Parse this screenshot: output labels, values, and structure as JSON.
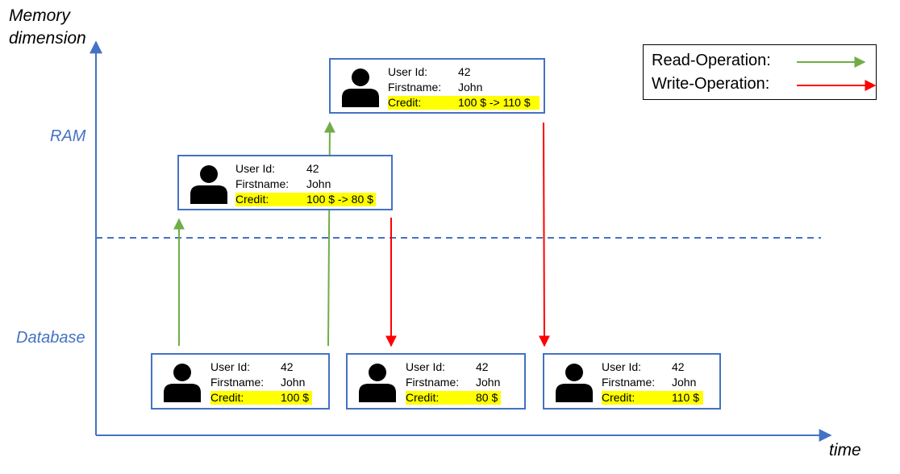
{
  "axes": {
    "y_label_line1": "Memory",
    "y_label_line2": "dimension",
    "x_label": "time"
  },
  "tiers": {
    "ram": "RAM",
    "database": "Database"
  },
  "legend": {
    "read_label": "Read-Operation:",
    "write_label": "Write-Operation:",
    "read_color": "#70ad47",
    "write_color": "#ff0000"
  },
  "colors": {
    "axis": "#4472c4",
    "card_border": "#4472c4",
    "credit_highlight": "#ffff00"
  },
  "icons": {
    "user": "person-icon"
  },
  "field_labels": {
    "user_id": "User Id:",
    "firstname": "Firstname:",
    "credit": "Credit:"
  },
  "cards": {
    "ram_1": {
      "user_id": "42",
      "firstname": "John",
      "credit": "100 $ -> 80 $"
    },
    "ram_2": {
      "user_id": "42",
      "firstname": "John",
      "credit": "100 $ -> 110 $"
    },
    "db_1": {
      "user_id": "42",
      "firstname": "John",
      "credit": "100 $"
    },
    "db_2": {
      "user_id": "42",
      "firstname": "John",
      "credit": "80 $"
    },
    "db_3": {
      "user_id": "42",
      "firstname": "John",
      "credit": "110 $"
    }
  }
}
